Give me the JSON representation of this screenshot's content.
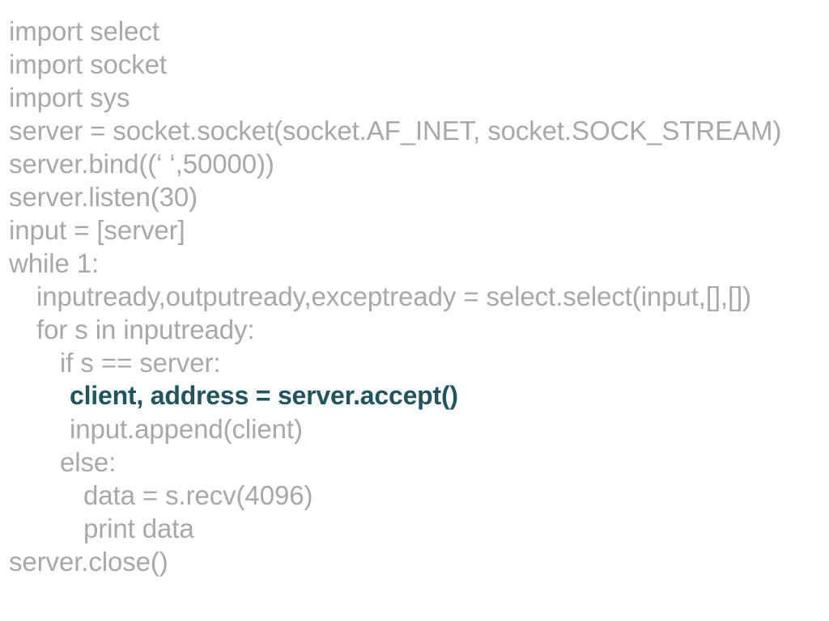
{
  "slide": {
    "kind": "code-listing",
    "language": "python",
    "background_color": "#ffffff",
    "default_text_color": "#a8a8a8",
    "highlight_text_color": "#1f5460"
  },
  "code": {
    "lines": [
      {
        "text": "import select",
        "indent": 0,
        "highlight": false
      },
      {
        "text": "import socket",
        "indent": 0,
        "highlight": false
      },
      {
        "text": "import sys",
        "indent": 0,
        "highlight": false
      },
      {
        "text": "server = socket.socket(socket.AF_INET, socket.SOCK_STREAM)",
        "indent": 0,
        "highlight": false
      },
      {
        "text": "server.bind((‘ ‘,50000))",
        "indent": 0,
        "highlight": false
      },
      {
        "text": "server.listen(30)",
        "indent": 0,
        "highlight": false
      },
      {
        "text": "input = [server]",
        "indent": 0,
        "highlight": false
      },
      {
        "text": "while 1:",
        "indent": 0,
        "highlight": false
      },
      {
        "text": "inputready,outputready,exceptready = select.select(input,[],[])",
        "indent": 1,
        "highlight": false
      },
      {
        "text": "for s in inputready:",
        "indent": 1,
        "highlight": false
      },
      {
        "text": "if s == server:",
        "indent": 2,
        "highlight": false
      },
      {
        "text": "client, address = server.accept()",
        "indent": 3,
        "highlight": true
      },
      {
        "text": "input.append(client)",
        "indent": 3,
        "highlight": false
      },
      {
        "text": "else:",
        "indent": 2,
        "highlight": false
      },
      {
        "text": "data = s.recv(4096)",
        "indent": 4,
        "highlight": false
      },
      {
        "text": "print data",
        "indent": 4,
        "highlight": false
      },
      {
        "text": "server.close()",
        "indent": 0,
        "highlight": false
      }
    ]
  }
}
